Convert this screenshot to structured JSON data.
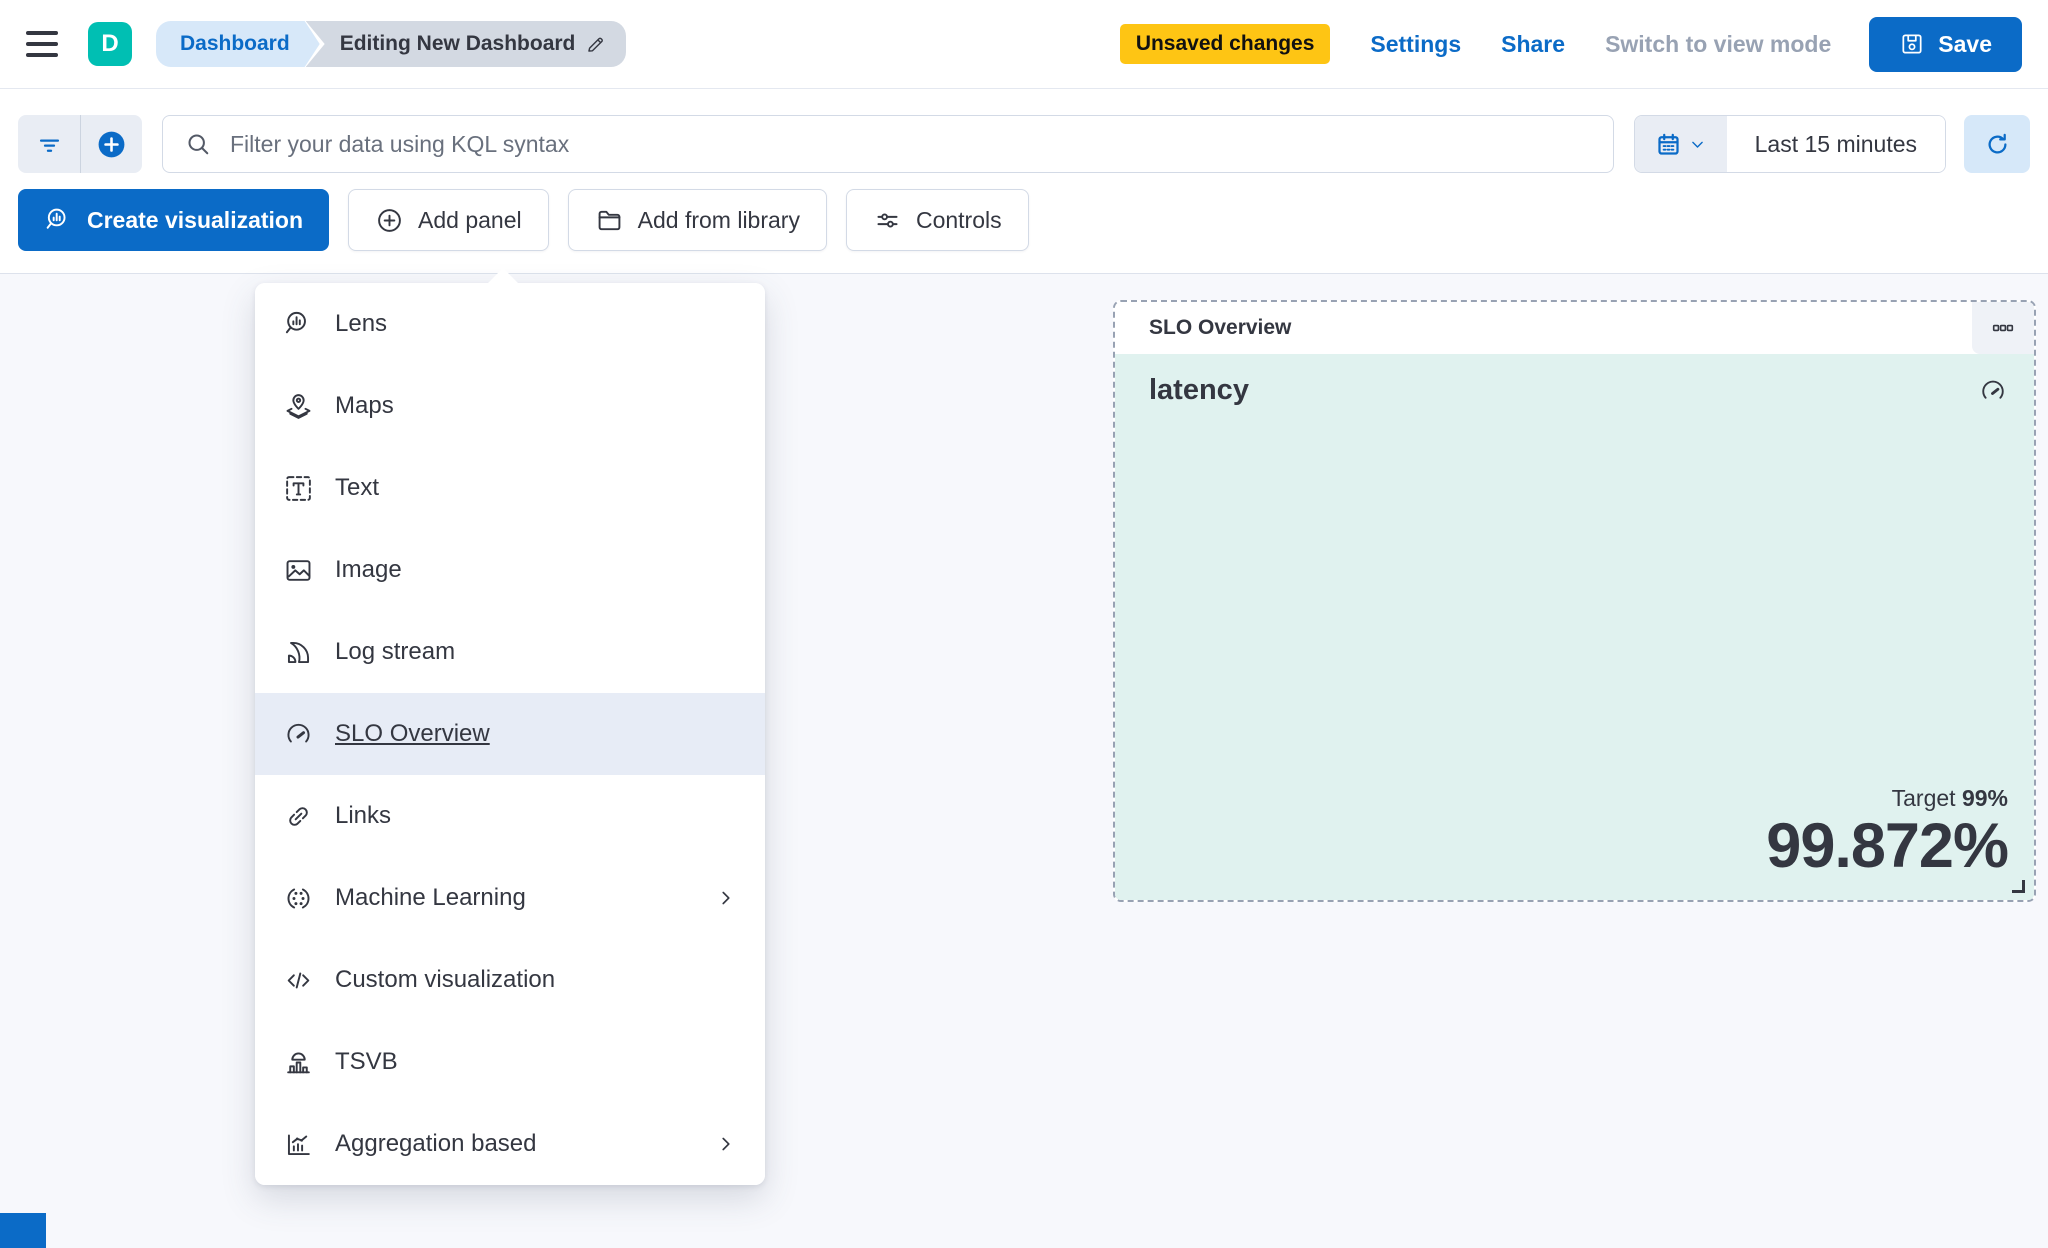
{
  "header": {
    "avatar_initial": "D",
    "breadcrumbs": {
      "dashboard": "Dashboard",
      "current": "Editing New Dashboard"
    },
    "unsaved_badge": "Unsaved changes",
    "settings": "Settings",
    "share": "Share",
    "switch_view_mode": "Switch to view mode",
    "save": "Save"
  },
  "query_bar": {
    "kql_placeholder": "Filter your data using KQL syntax",
    "time_range": "Last 15 minutes"
  },
  "actions": {
    "create_visualization": "Create visualization",
    "add_panel": "Add panel",
    "add_from_library": "Add from library",
    "controls": "Controls"
  },
  "menu": {
    "items": [
      {
        "label": "Lens",
        "icon": "lens-icon",
        "selected": false,
        "has_submenu": false
      },
      {
        "label": "Maps",
        "icon": "maps-icon",
        "selected": false,
        "has_submenu": false
      },
      {
        "label": "Text",
        "icon": "text-icon",
        "selected": false,
        "has_submenu": false
      },
      {
        "label": "Image",
        "icon": "image-icon",
        "selected": false,
        "has_submenu": false
      },
      {
        "label": "Log stream",
        "icon": "log-stream-icon",
        "selected": false,
        "has_submenu": false
      },
      {
        "label": "SLO Overview",
        "icon": "slo-gauge-icon",
        "selected": true,
        "has_submenu": false
      },
      {
        "label": "Links",
        "icon": "links-icon",
        "selected": false,
        "has_submenu": false
      },
      {
        "label": "Machine Learning",
        "icon": "machine-learning-icon",
        "selected": false,
        "has_submenu": true
      },
      {
        "label": "Custom visualization",
        "icon": "custom-visualization-icon",
        "selected": false,
        "has_submenu": false
      },
      {
        "label": "TSVB",
        "icon": "tsvb-icon",
        "selected": false,
        "has_submenu": false
      },
      {
        "label": "Aggregation based",
        "icon": "aggregation-based-icon",
        "selected": false,
        "has_submenu": true
      }
    ]
  },
  "panel": {
    "title": "SLO Overview",
    "metric_name": "latency",
    "target_label": "Target",
    "target_value": "99%",
    "value": "99.872%"
  },
  "colors": {
    "primary": "#0b6bc7",
    "warning_badge": "#fec514",
    "avatar_teal": "#00bfb3",
    "panel_mint": "#e0f2ef",
    "menu_highlight": "#e7ecf6",
    "dashed_border": "#98a2b3",
    "canvas": "#f7f8fc"
  }
}
